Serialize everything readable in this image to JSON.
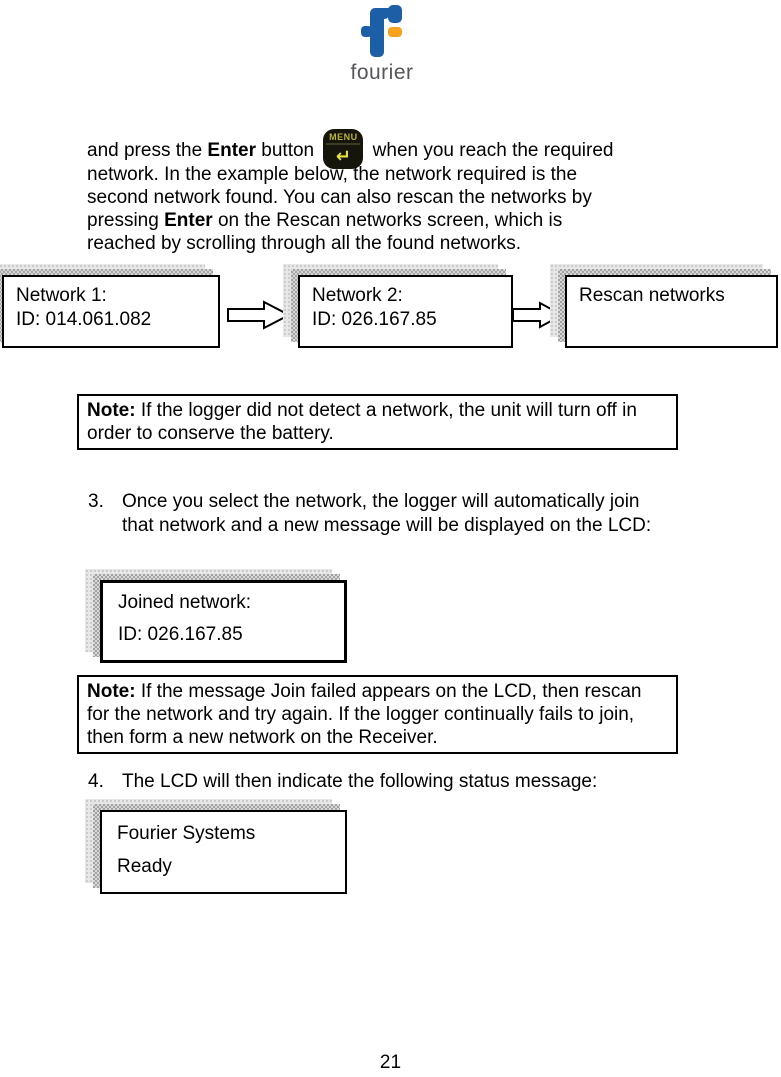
{
  "logo": {
    "text": "fourier"
  },
  "menu_button": {
    "label": "MENU",
    "arrow_glyph": "↵"
  },
  "intro": {
    "line1": {
      "seg1": "and press the ",
      "bold1": "Enter",
      "seg2": " button ",
      "seg3": " when you reach the required"
    },
    "line2": "network. In the example below, the network required is the",
    "line3": "second network found. You can also rescan the networks by",
    "line4": {
      "seg1": "pressing ",
      "bold1": "Enter",
      "seg2": " on the Rescan networks screen, which is"
    },
    "line5": "reached by scrolling through all the found networks."
  },
  "lcd_flow": {
    "box1": {
      "line1": "Network 1:",
      "line2": "ID: 014.061.082"
    },
    "box2": {
      "line1": "Network 2:",
      "line2": "ID: 026.167.85"
    },
    "box3": {
      "line1": "Rescan networks"
    }
  },
  "note1": {
    "label": "Note:",
    "text": " If the logger did not detect a network, the unit will turn off in order to conserve the battery."
  },
  "step3": {
    "num": "3.",
    "text": "Once you select the network, the logger will automatically join that network and a new message will be displayed on the LCD:"
  },
  "joined_box": {
    "line1": "Joined network:",
    "line2": "ID: 026.167.85"
  },
  "note2": {
    "label": "Note:",
    "text": " If the message Join failed appears on the LCD, then rescan for the network and try again. If the logger continually fails to join, then form a new network on the Receiver."
  },
  "step4": {
    "num": "4.",
    "text": "The LCD will then indicate the following status message:"
  },
  "status_box": {
    "line1": "Fourier Systems",
    "line2": "Ready"
  },
  "page_number": "21"
}
